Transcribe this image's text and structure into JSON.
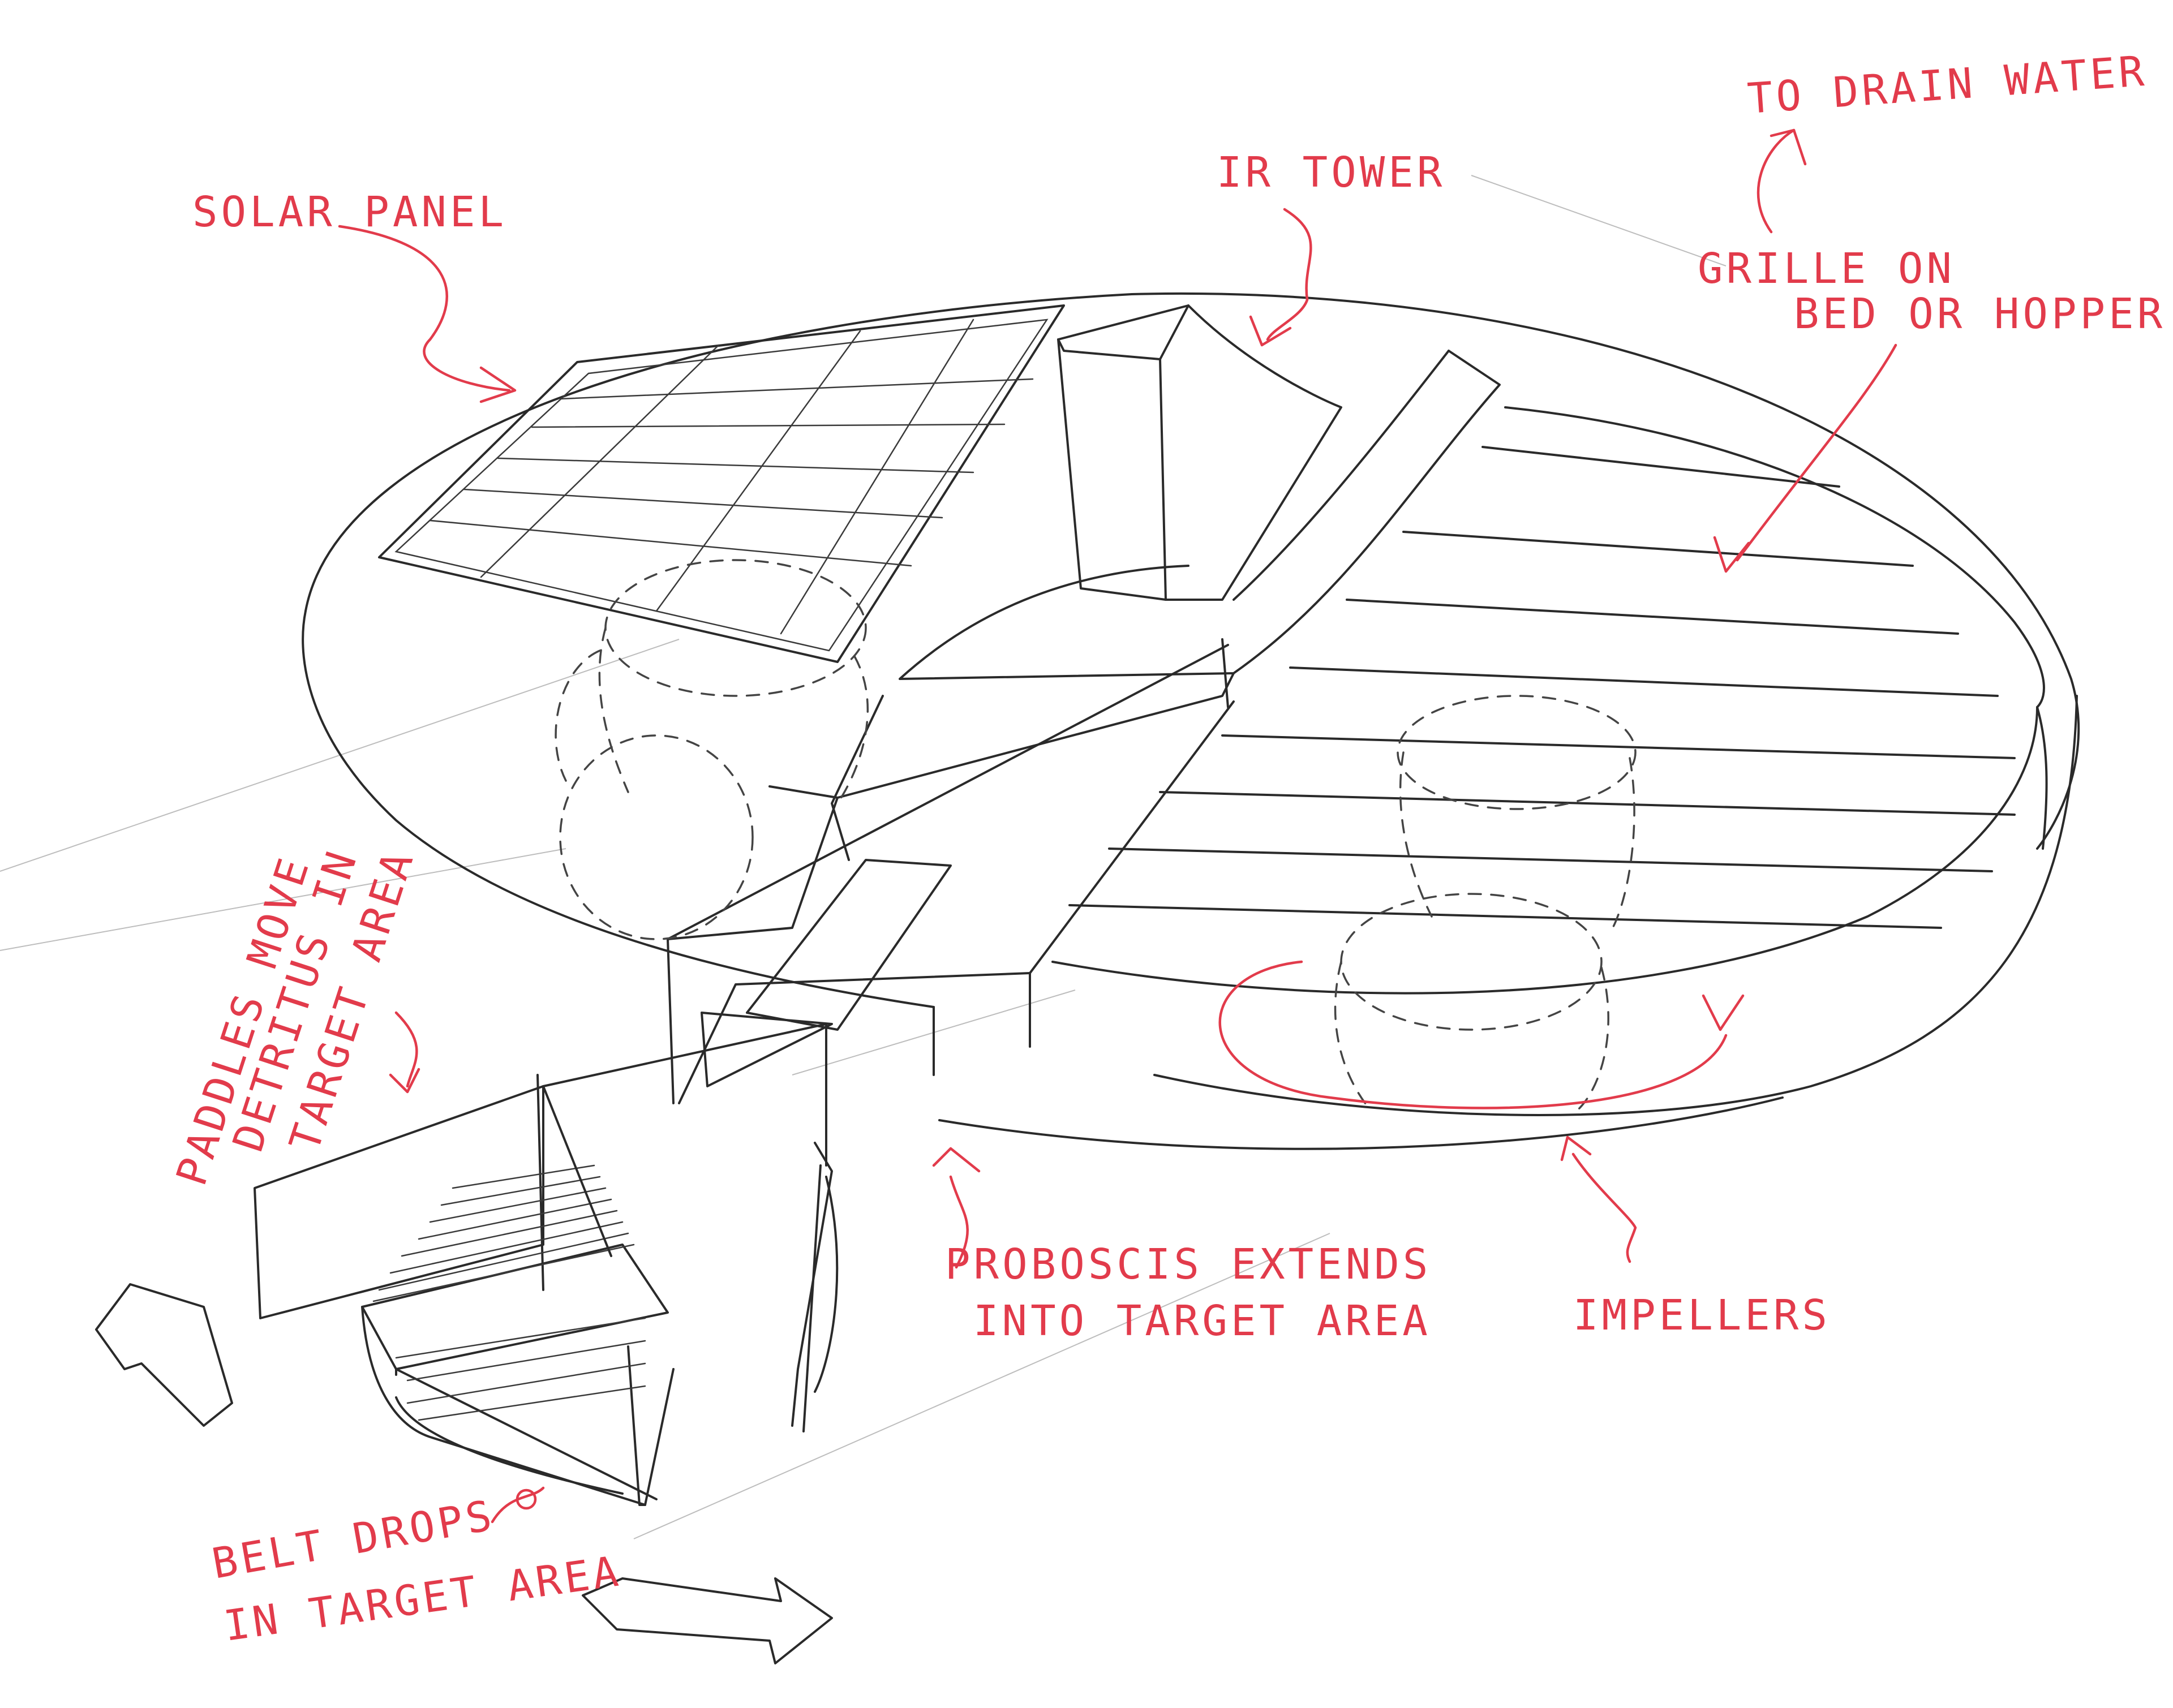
{
  "labels": {
    "solar_panel": "SOLAR PANEL",
    "ir_tower": "IR TOWER",
    "to_drain_water": "TO DRAIN WATER",
    "grille_line1": "GRILLE ON",
    "grille_line2": "BED OR HOPPER",
    "paddles_line1": "PADDLES MOVE",
    "paddles_line2": "DETRITUS IN",
    "paddles_line3": "TARGET AREA",
    "proboscis_line1": "PROBOSCIS EXTENDS",
    "proboscis_line2": "INTO TARGET AREA",
    "impellers": "IMPELLERS",
    "belt_line1": "BELT DROPS",
    "belt_line2": "IN TARGET AREA"
  },
  "colors": {
    "annotation_red": "#e23b4b",
    "pencil_ink": "#2a2a2a",
    "paper": "#ffffff"
  }
}
